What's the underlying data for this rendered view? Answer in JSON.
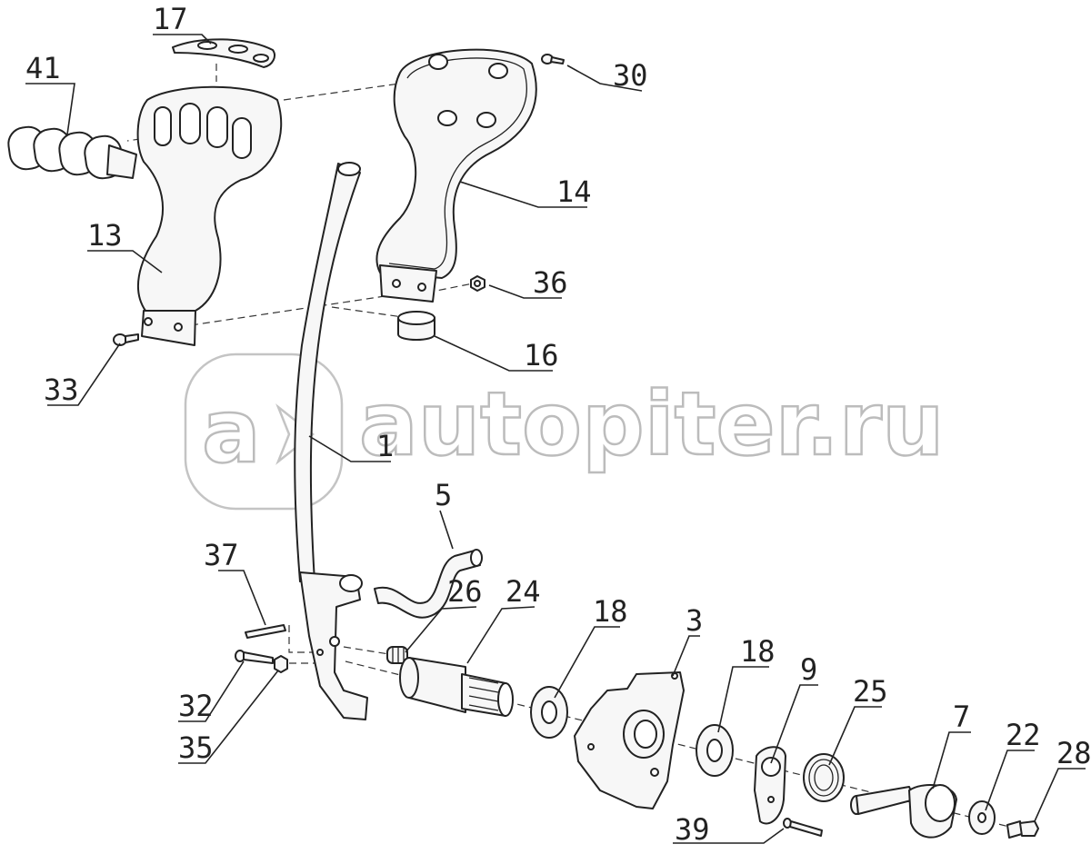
{
  "watermark": {
    "text": "autopiter.ru",
    "logo_glyph": "a"
  },
  "callouts": [
    {
      "id": "17",
      "text": "17"
    },
    {
      "id": "41",
      "text": "41"
    },
    {
      "id": "30",
      "text": "30"
    },
    {
      "id": "14",
      "text": "14"
    },
    {
      "id": "13",
      "text": "13"
    },
    {
      "id": "36",
      "text": "36"
    },
    {
      "id": "33",
      "text": "33"
    },
    {
      "id": "16",
      "text": "16"
    },
    {
      "id": "1",
      "text": "1"
    },
    {
      "id": "5",
      "text": "5"
    },
    {
      "id": "37",
      "text": "37"
    },
    {
      "id": "26",
      "text": "26"
    },
    {
      "id": "24",
      "text": "24"
    },
    {
      "id": "18a",
      "text": "18"
    },
    {
      "id": "3",
      "text": "3"
    },
    {
      "id": "18b",
      "text": "18"
    },
    {
      "id": "9",
      "text": "9"
    },
    {
      "id": "25",
      "text": "25"
    },
    {
      "id": "7",
      "text": "7"
    },
    {
      "id": "22",
      "text": "22"
    },
    {
      "id": "28",
      "text": "28"
    },
    {
      "id": "32",
      "text": "32"
    },
    {
      "id": "35",
      "text": "35"
    },
    {
      "id": "39",
      "text": "39"
    }
  ]
}
